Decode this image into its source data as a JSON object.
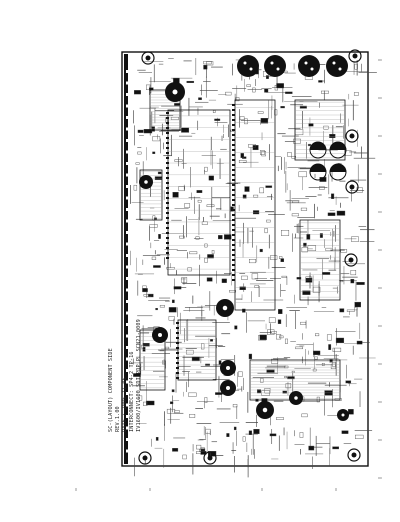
{
  "document": {
    "title_block": [
      "SC-(LAYOUT) COMPONENT SIDE",
      "REV.1.00",
      "DATE : 2005.11.05",
      "INTERCONNECT: SP4-2 TP-16",
      "IV1600/IV1600 SDI PDP PL SCN21-0009"
    ]
  },
  "colors": {
    "board_outline": "#111111",
    "trace": "#444444",
    "pad_fill": "#111111",
    "background": "#ffffff"
  }
}
